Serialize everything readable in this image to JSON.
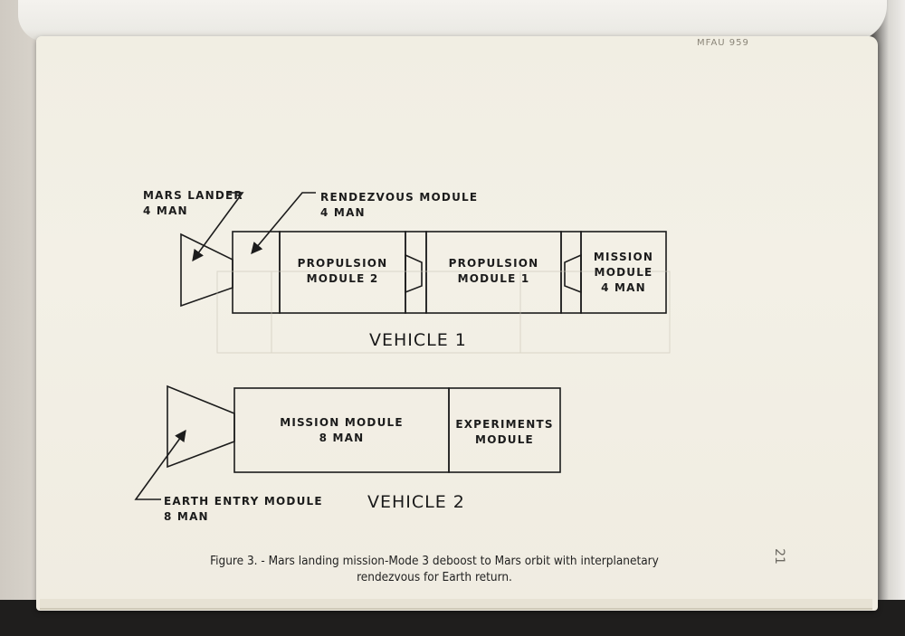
{
  "header_code": "MFAU 959",
  "vehicle1": {
    "title": "VEHICLE 1",
    "mars_lander": "MARS LANDER\n4 MAN",
    "rendezvous_module": "RENDEZVOUS MODULE\n4 MAN",
    "propulsion_module_2": "PROPULSION\nMODULE 2",
    "propulsion_module_1": "PROPULSION\nMODULE 1",
    "mission_module": "MISSION\nMODULE\n4 MAN"
  },
  "vehicle2": {
    "title": "VEHICLE 2",
    "mission_module": "MISSION MODULE\n8 MAN",
    "experiments_module": "EXPERIMENTS\nMODULE",
    "earth_entry_module": "EARTH ENTRY MODULE\n8 MAN"
  },
  "caption": {
    "line1": "Figure 3. - Mars landing mission-Mode 3 deboost to Mars orbit with interplanetary",
    "line2": "rendezvous for Earth return."
  },
  "page_number": "21",
  "colors": {
    "ink": "#1c1c1c",
    "paper": "#f2efe5"
  }
}
